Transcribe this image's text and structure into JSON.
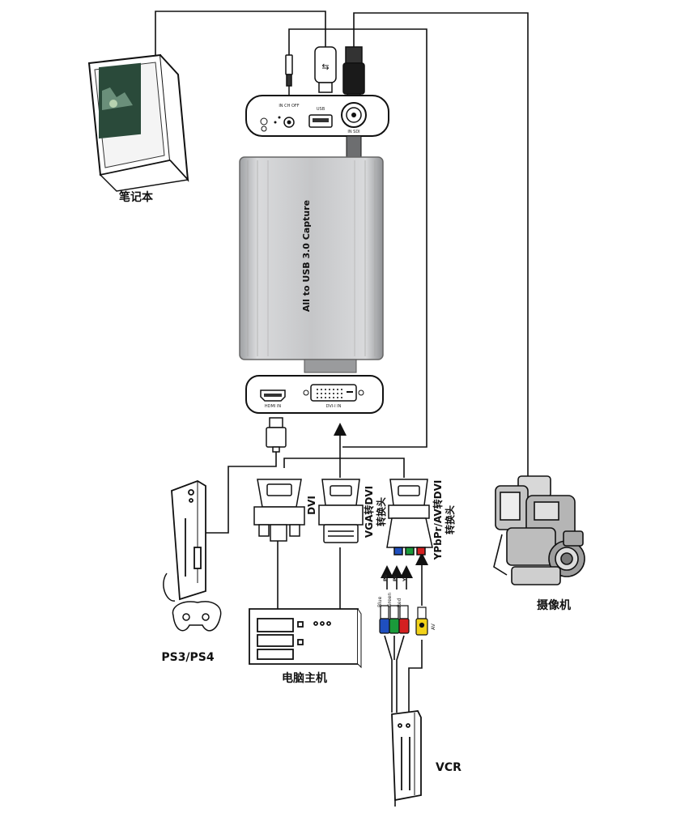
{
  "labels": {
    "laptop": "笔记本",
    "camcorder": "摄像机",
    "ps": "PS3/PS4",
    "pc": "电脑主机",
    "vcr": "VCR",
    "dvi": "DVI",
    "vga_line1": "VGA转DVI",
    "vga_line2": "转换头",
    "ypbpr_line1": "YPbPr/AV转DVI",
    "ypbpr_line2": "转换头"
  },
  "device": {
    "title": "All to USB 3.0 Capture",
    "port_audio": "IN CH OFF",
    "port_usb": "USB",
    "port_sdi": "IN SDI",
    "port_hdmi": "HDMI IN",
    "port_dvi": "DVI-I IN"
  },
  "component": {
    "pb": "Pb",
    "pr": "Pr",
    "y": "Y",
    "blue": "Blue",
    "green": "Green",
    "red": "Red",
    "av": "AV"
  },
  "colors": {
    "line": "#111111",
    "device_body": "#c8c9cb",
    "blue": "#1f4fbf",
    "green": "#1a9a3a",
    "red": "#d42020",
    "yellow": "#f2d21a"
  }
}
